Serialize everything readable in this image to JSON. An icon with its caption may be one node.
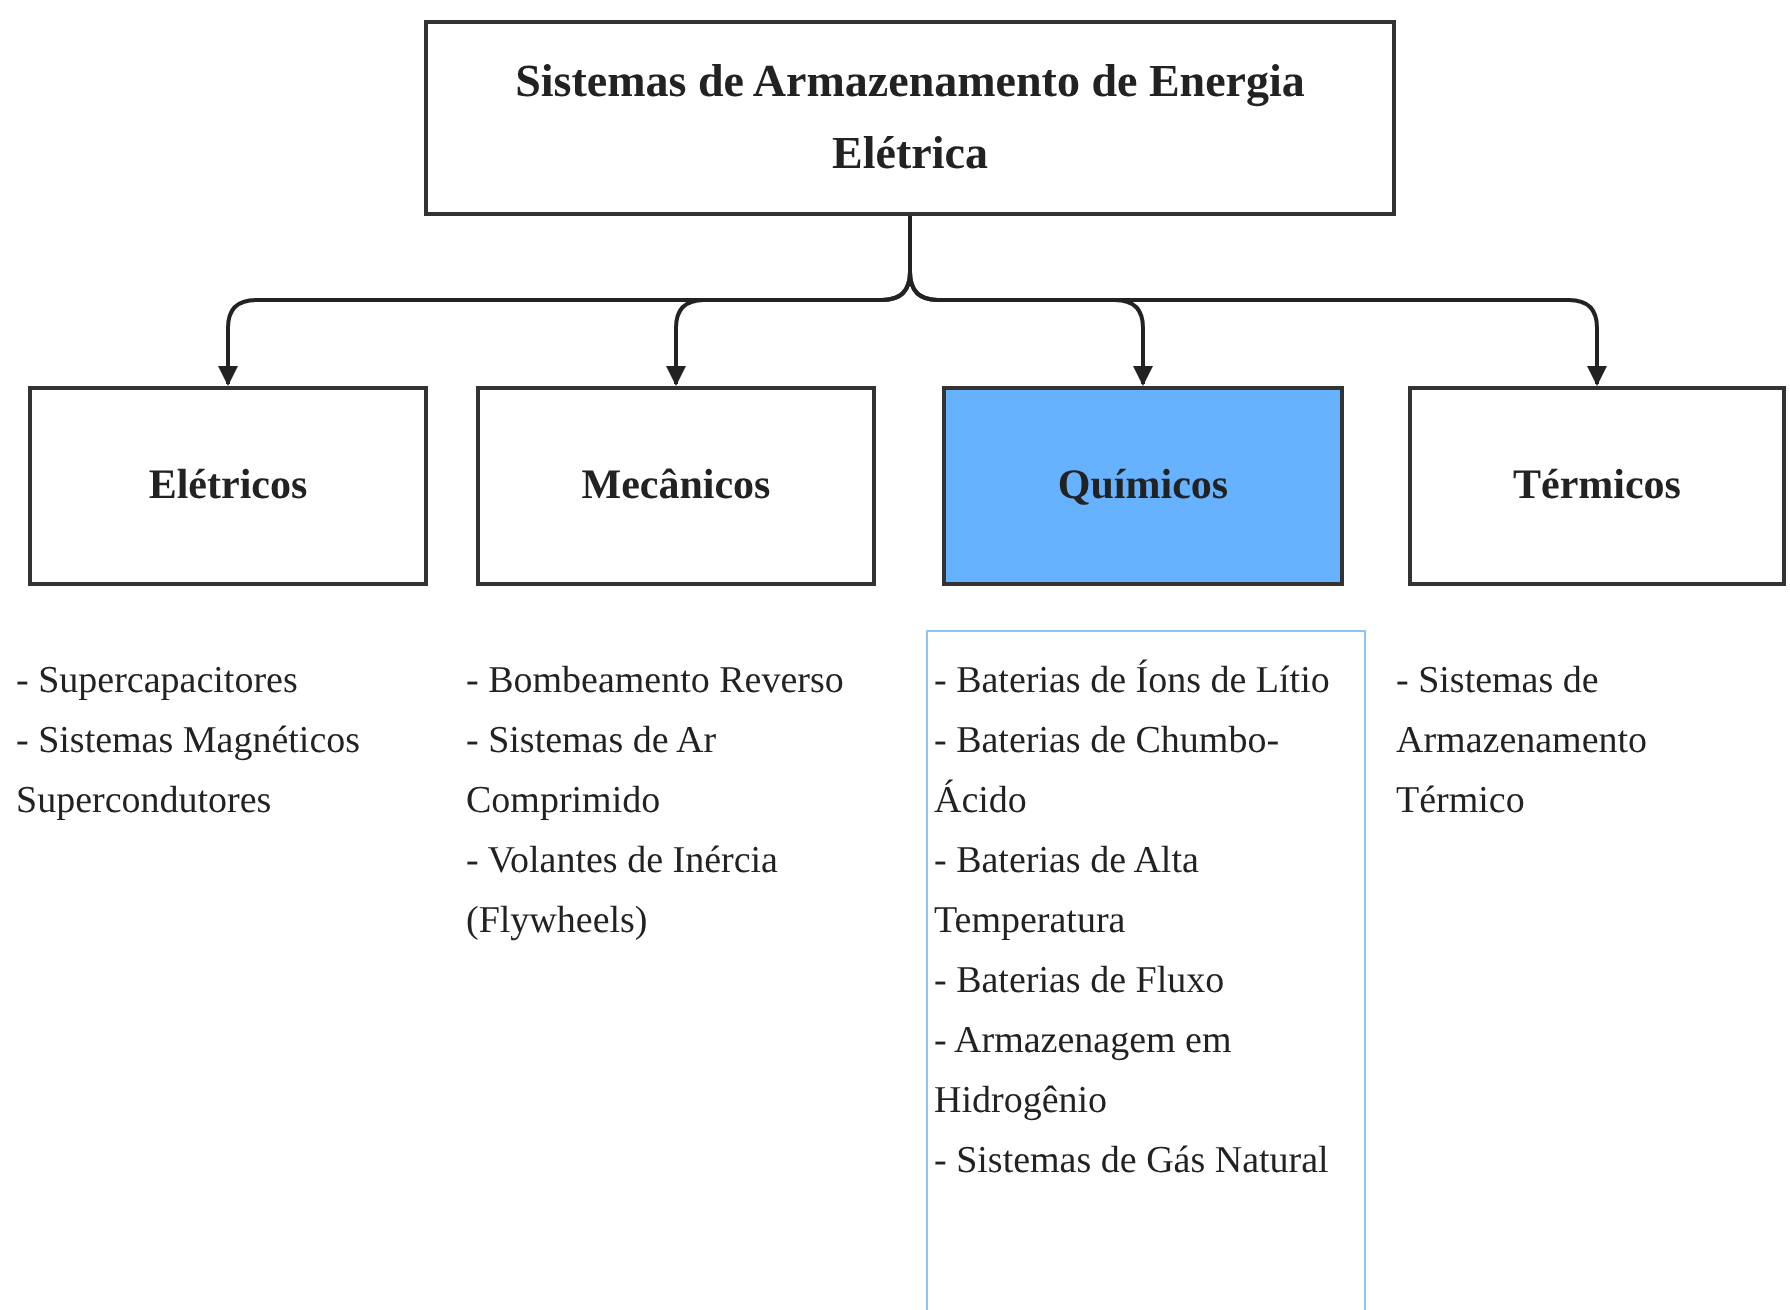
{
  "diagram": {
    "nodes": [
      {
        "text": [
          "Sistemas de Armazenamento de Energia Elétrica"
        ]
      },
      {
        "text": [
          "Elétricos"
        ]
      },
      {
        "text": [
          "Mecânicos"
        ]
      },
      {
        "text": [
          "Químicos"
        ]
      },
      {
        "text": [
          "Térmicos"
        ]
      },
      {
        "text": [
          "- Baterias de Íons de Lítio",
          "- Baterias de Chumbo-Ácido",
          "- Baterias de Alta Temperatura",
          "- Baterias de Fluxo",
          "- Armazenagem em Hidrogênio",
          "- Sistemas de Gás Natural"
        ]
      }
    ],
    "edges": [
      {
        "from": 0,
        "to": 1,
        "arrow": "to"
      },
      {
        "from": 0,
        "to": 2,
        "arrow": "to"
      },
      {
        "from": 0,
        "to": 3,
        "arrow": "to"
      },
      {
        "from": 0,
        "to": 4,
        "arrow": "to"
      }
    ],
    "labels": [
      "- Supercapacitores",
      "- Sistemas Magnéticos Supercondutores",
      "- Bombeamento Reverso",
      "- Sistemas de Ar Comprimido",
      "- Volantes de Inércia (Flywheels)",
      "- Sistemas de Armazenamento Térmico"
    ]
  }
}
